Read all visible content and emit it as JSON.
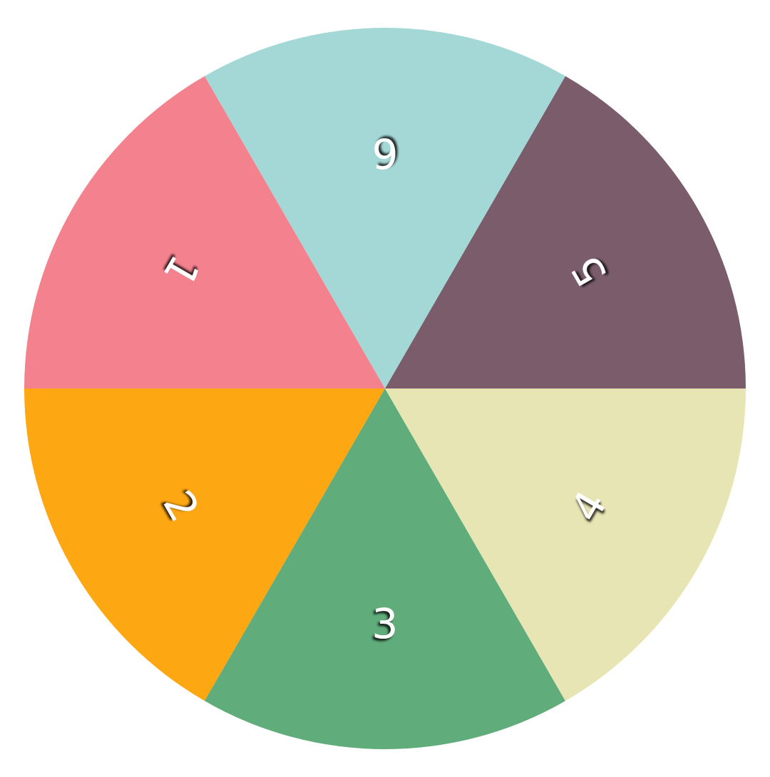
{
  "wheel": {
    "segments": [
      {
        "label": "1",
        "color": "#F4828E"
      },
      {
        "label": "2",
        "color": "#FDA713"
      },
      {
        "label": "3",
        "color": "#60AC7B"
      },
      {
        "label": "4",
        "color": "#E8E5B4"
      },
      {
        "label": "5",
        "color": "#7A5C6A"
      },
      {
        "label": "6",
        "color": "#A4D8D6"
      }
    ]
  }
}
